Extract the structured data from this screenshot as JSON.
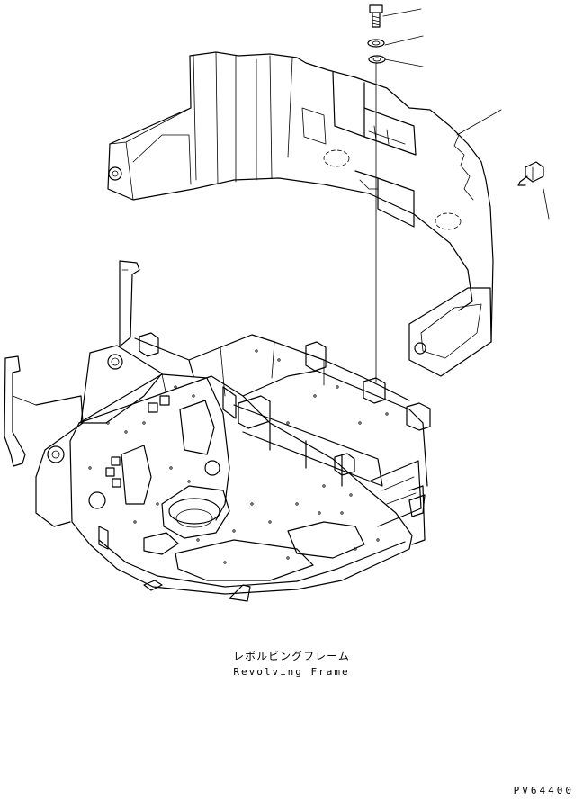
{
  "caption": {
    "japanese": "レボルビングフレーム",
    "english": "Revolving Frame"
  },
  "drawing_code": "PV64400"
}
